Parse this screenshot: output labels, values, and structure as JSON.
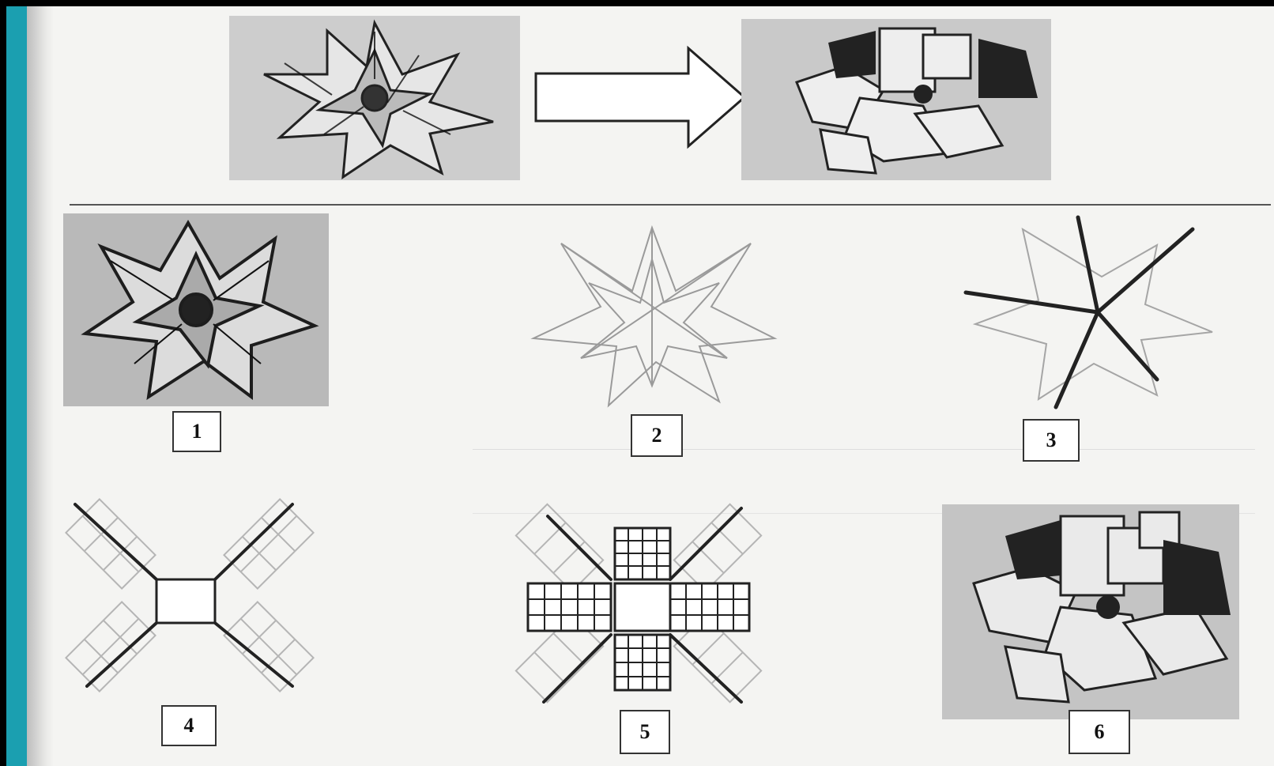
{
  "steps": [
    {
      "label": "1"
    },
    {
      "label": "2"
    },
    {
      "label": "3"
    },
    {
      "label": "4"
    },
    {
      "label": "5"
    },
    {
      "label": "6"
    }
  ],
  "colors": {
    "frame": "#000000",
    "teal_strip": "#1b9fb0",
    "paper": "#f4f4f2",
    "photo_bg": "#cfcfcf",
    "ink": "#222222"
  }
}
